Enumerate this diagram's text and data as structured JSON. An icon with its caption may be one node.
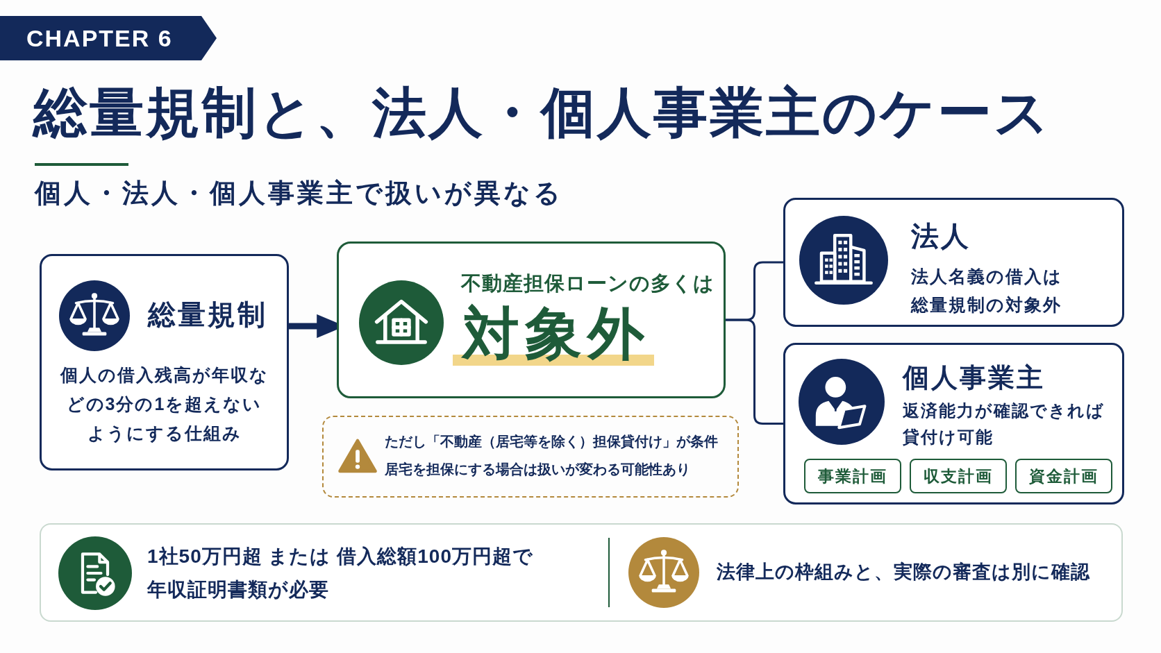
{
  "diagram": {
    "title": "総量規制と、法人・個人事業主のケース",
    "nodes": [
      {
        "text": [
          "CHAPTER 6"
        ]
      },
      {
        "text": [
          "総量規制",
          "個人の借入残高が年収などの3分の1を超えないようにする仕組み"
        ]
      },
      {
        "text": [
          "不動産担保ローンの多くは",
          "対象外"
        ]
      },
      {
        "text": [
          "法人",
          "法人名義の借入は総量規制の対象外"
        ]
      },
      {
        "text": [
          "個人事業主",
          "返済能力が確認できれば貸付け可能"
        ]
      },
      {
        "text": [
          "事業計画"
        ],
        "in": 4
      },
      {
        "text": [
          "収支計画"
        ],
        "in": 4
      },
      {
        "text": [
          "資金計画"
        ],
        "in": 4
      },
      {
        "text": [
          "ただし「不動産（居宅等を除く）担保貸付け」が条件",
          "居宅を担保にする場合は扱いが変わる可能性あり"
        ]
      },
      {
        "text": [
          "1社50万円超 または 借入総額100万円超で年収証明書類が必要",
          "法律上の枠組みと、実際の審査は別に確認"
        ]
      }
    ],
    "edges": [
      {
        "from": 1,
        "to": 2,
        "arrow": "to",
        "style": "thick"
      },
      {
        "from": 2,
        "to": 3,
        "arrow": "none"
      },
      {
        "from": 2,
        "to": 4,
        "arrow": "none"
      }
    ],
    "labels": [
      "個人・法人・個人事業主で扱いが異なる"
    ]
  }
}
